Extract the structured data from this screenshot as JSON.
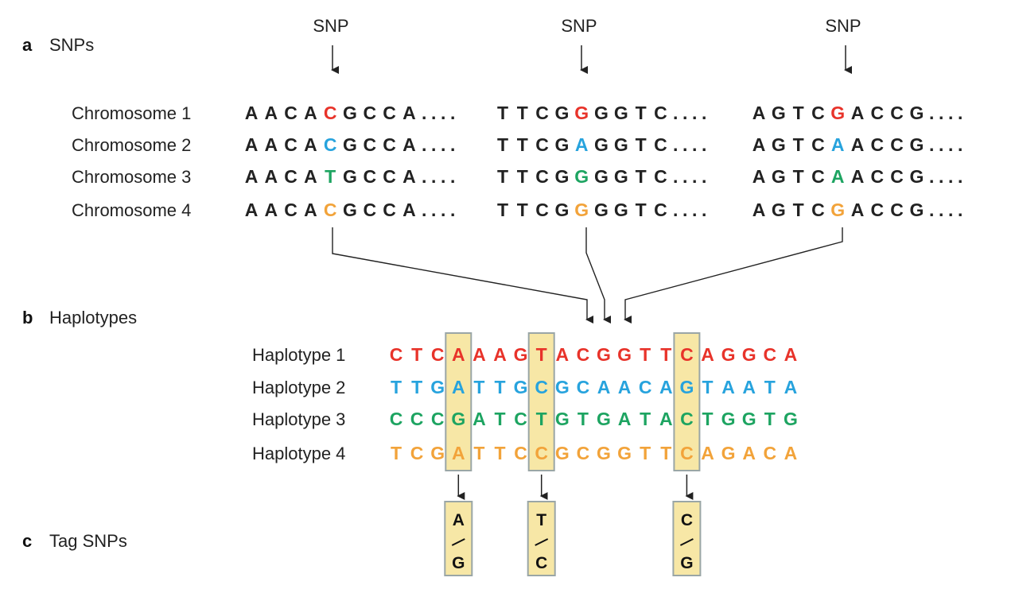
{
  "colors": {
    "dark": "#222222",
    "red": "#e8332a",
    "blue": "#27a3dd",
    "green": "#1da461",
    "orange": "#f2a33a",
    "highlight_fill": "#f7e7a6",
    "highlight_border": "#9aa6a6"
  },
  "panel_a": {
    "letter": "a",
    "title": "SNPs",
    "snp_label": "SNP",
    "rows": [
      {
        "label": "Chromosome 1",
        "color": "red",
        "groups": [
          {
            "seq": "AACACGCCA",
            "tail": "....",
            "snp_index": 4,
            "snp_base": "C"
          },
          {
            "seq": "TTCGGGGTC",
            "tail": "....",
            "snp_index": 4,
            "snp_base": "G"
          },
          {
            "seq": "AGTCGACCG",
            "tail": "....",
            "snp_index": 4,
            "snp_base": "G"
          }
        ]
      },
      {
        "label": "Chromosome 2",
        "color": "blue",
        "groups": [
          {
            "seq": "AACACGCCA",
            "tail": "....",
            "snp_index": 4,
            "snp_base": "C"
          },
          {
            "seq": "TTCGAGGTC",
            "tail": "....",
            "snp_index": 4,
            "snp_base": "A"
          },
          {
            "seq": "AGTCAACCG",
            "tail": "....",
            "snp_index": 4,
            "snp_base": "A"
          }
        ]
      },
      {
        "label": "Chromosome 3",
        "color": "green",
        "groups": [
          {
            "seq": "AACATGCCA",
            "tail": "....",
            "snp_index": 4,
            "snp_base": "T"
          },
          {
            "seq": "TTCGGGGTC",
            "tail": "....",
            "snp_index": 4,
            "snp_base": "G"
          },
          {
            "seq": "AGTCAACCG",
            "tail": "....",
            "snp_index": 4,
            "snp_base": "A"
          }
        ]
      },
      {
        "label": "Chromosome 4",
        "color": "orange",
        "groups": [
          {
            "seq": "AACACGCCA",
            "tail": "....",
            "snp_index": 4,
            "snp_base": "C"
          },
          {
            "seq": "TTCGGGGTC",
            "tail": "....",
            "snp_index": 4,
            "snp_base": "G"
          },
          {
            "seq": "AGTCGACCG",
            "tail": "....",
            "snp_index": 4,
            "snp_base": "G"
          }
        ]
      }
    ]
  },
  "panel_b": {
    "letter": "b",
    "title": "Haplotypes",
    "rows": [
      {
        "label": "Haplotype 1",
        "color": "red",
        "seq": "CTCAAAGTACGGTTCAGGCA"
      },
      {
        "label": "Haplotype 2",
        "color": "blue",
        "seq": "TTGATTGCGCAACAGTAATA"
      },
      {
        "label": "Haplotype 3",
        "color": "green",
        "seq": "CCCGATCTGTGATACTGGTG"
      },
      {
        "label": "Haplotype 4",
        "color": "orange",
        "seq": "TCGATTCCGCGGTTCAGACA"
      }
    ],
    "highlight_columns": [
      3,
      7,
      14
    ]
  },
  "panel_c": {
    "letter": "c",
    "title": "Tag SNPs",
    "tags": [
      {
        "top": "A",
        "bottom": "G"
      },
      {
        "top": "T",
        "bottom": "C"
      },
      {
        "top": "C",
        "bottom": "G"
      }
    ]
  }
}
